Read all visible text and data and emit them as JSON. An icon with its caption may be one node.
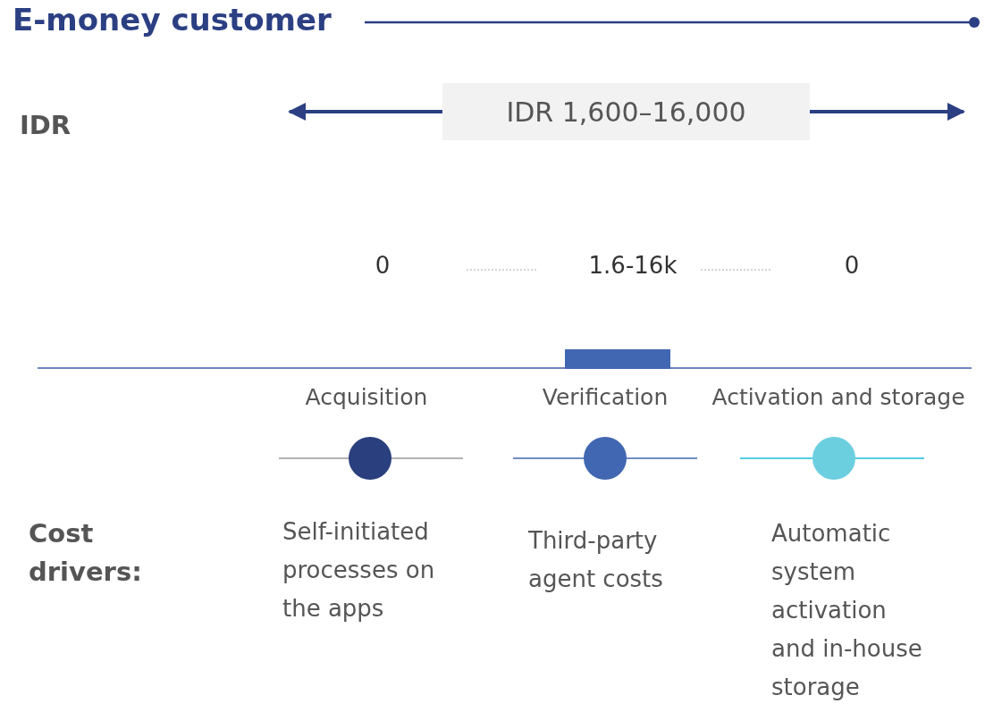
{
  "diagram": {
    "title": "E-money customer",
    "nodes": [
      {
        "text": [
          "IDR 1,600–16,000"
        ]
      },
      {
        "text": [],
        "shape": "bar"
      }
    ],
    "labels": [
      "IDR",
      "0",
      "1.6-16k",
      "0",
      "Acquisition",
      "Verification",
      "Activation and storage",
      "Cost drivers:",
      "Self-initiated processes on the apps",
      "Third-party agent costs",
      "Automatic system activation and in-house storage"
    ]
  }
}
